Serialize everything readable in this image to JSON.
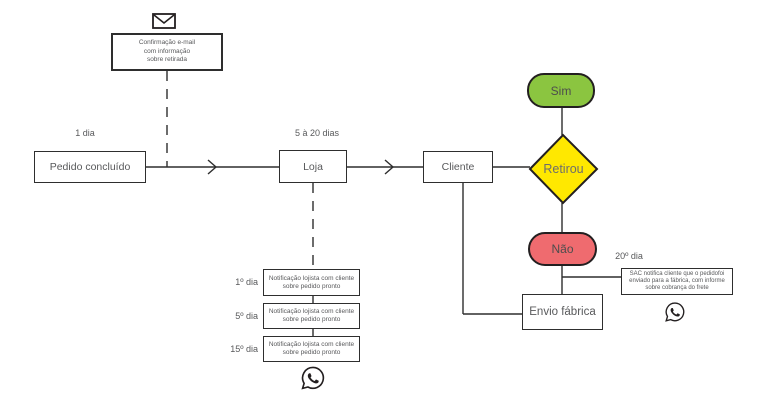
{
  "colors": {
    "yes_fill": "#8bc540",
    "no_fill": "#ef6b6f",
    "decision_fill": "#ffe800",
    "line": "#2e2e2e",
    "text": "#58595b"
  },
  "nodes": {
    "email_note": "Confirmação e-mail\ncom informação\nsobre retirada",
    "order_done": "Pedido concluído",
    "store": "Loja",
    "client": "Cliente",
    "decision": "Retirou",
    "yes": "Sim",
    "no": "Não",
    "factory": "Envio fábrica",
    "sac_note": "SAC notifica cliente que o pedidofoi\nenviado para a fábrica, com informe\nsobre cobrança do frete"
  },
  "labels": {
    "time_order": "1 dia",
    "time_store": "5 à 20 dias",
    "time_sac": "20º dia"
  },
  "notifications": [
    {
      "time": "1º dia",
      "text": "Notificação lojista com cliente\nsobre pedido pronto"
    },
    {
      "time": "5º dia",
      "text": "Notificação lojista com cliente\nsobre pedido pronto"
    },
    {
      "time": "15º dia",
      "text": "Notificação lojista com cliente\nsobre pedido pronto"
    }
  ],
  "icons": {
    "email": "envelope",
    "messaging": "whatsapp"
  }
}
